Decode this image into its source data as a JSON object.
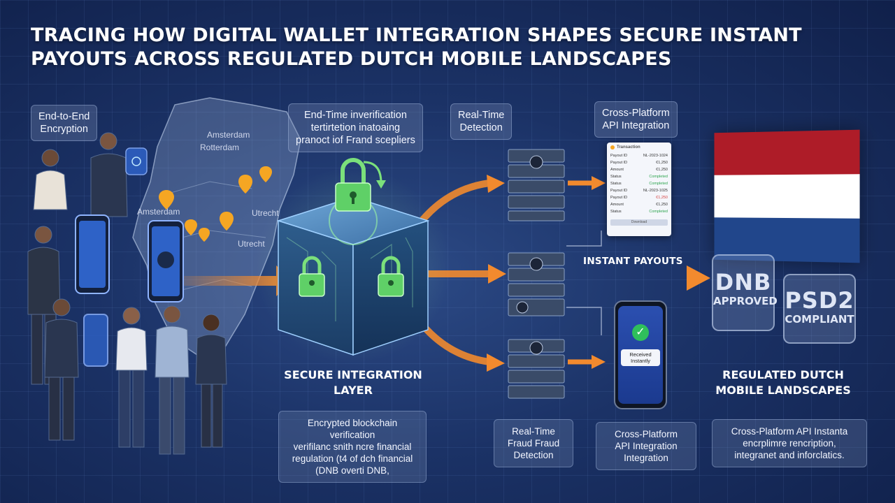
{
  "title": {
    "line1": "TRACING HOW DIGITAL WALLET INTEGRATION SHAPES SECURE INSTANT",
    "line2": "PAYOUTS ACROSS REGULATED DUTCH MOBILE LANDSCAPES"
  },
  "tags": {
    "encryption": [
      "End-to-End",
      "Encryption"
    ],
    "verification": [
      "End-Time inverification",
      "tertirtetion inatoaing",
      "pranoct iof Frand scepliers"
    ],
    "detection": [
      "Real-Time",
      "Detection"
    ],
    "api_top": [
      "Cross-Platform",
      "API Integration"
    ]
  },
  "map_cities": [
    "Amsterdam",
    "Rotterdam",
    "Amsterdam",
    "Utrecht",
    "Utrecht"
  ],
  "center": {
    "caption": [
      "SECURE INTEGRATION",
      "LAYER"
    ],
    "info": [
      "Encrypted blockchain verification",
      "verifilanc snith ncre financial",
      "regulation (t4 of dch financial",
      "(DNB overti DNB,"
    ]
  },
  "flow": {
    "instant_payouts": "INSTANT PAYOUTS"
  },
  "receipt": {
    "header": "Transaction",
    "rows": [
      {
        "k": "Payout ID",
        "v": "NL-2023-1024",
        "s": ""
      },
      {
        "k": "Payout ID",
        "v": "€1,250",
        "s": ""
      },
      {
        "k": "Amount",
        "v": "€1,250",
        "s": ""
      },
      {
        "k": "Status",
        "v": "Completed",
        "s": "ok"
      },
      {
        "k": "Status",
        "v": "Completed",
        "s": "ok"
      },
      {
        "k": "Payout ID",
        "v": "NL-2023-1025",
        "s": ""
      },
      {
        "k": "Payout ID",
        "v": "€1,250",
        "s": "bad"
      },
      {
        "k": "Amount",
        "v": "€1,250",
        "s": ""
      },
      {
        "k": "Status",
        "v": "Completed",
        "s": "ok"
      }
    ],
    "button": "Download"
  },
  "phone_msg": [
    "Received",
    "Instantly"
  ],
  "bottom_info": {
    "fraud": [
      "Real-Time",
      "Fraud Fraud",
      "Detection"
    ],
    "api": [
      "Cross-Platform",
      "API Integration",
      "Integration"
    ],
    "right": [
      "Cross-Platform API Instanta",
      "encrplimre rencription,",
      "integranet and inforclatics."
    ]
  },
  "badges": {
    "dnb": {
      "big": "DNB",
      "small": "APPROVED"
    },
    "psd2": {
      "big": "PSD2",
      "small": "COMPLIANT"
    }
  },
  "right_caption": [
    "REGULATED DUTCH",
    "MOBILE LANDSCAPES"
  ],
  "colors": {
    "flag_red": "#ae1c28",
    "flag_white": "#ffffff",
    "flag_blue": "#21468b",
    "arrow": "#f28a2e",
    "lock_green": "#7be07b"
  }
}
